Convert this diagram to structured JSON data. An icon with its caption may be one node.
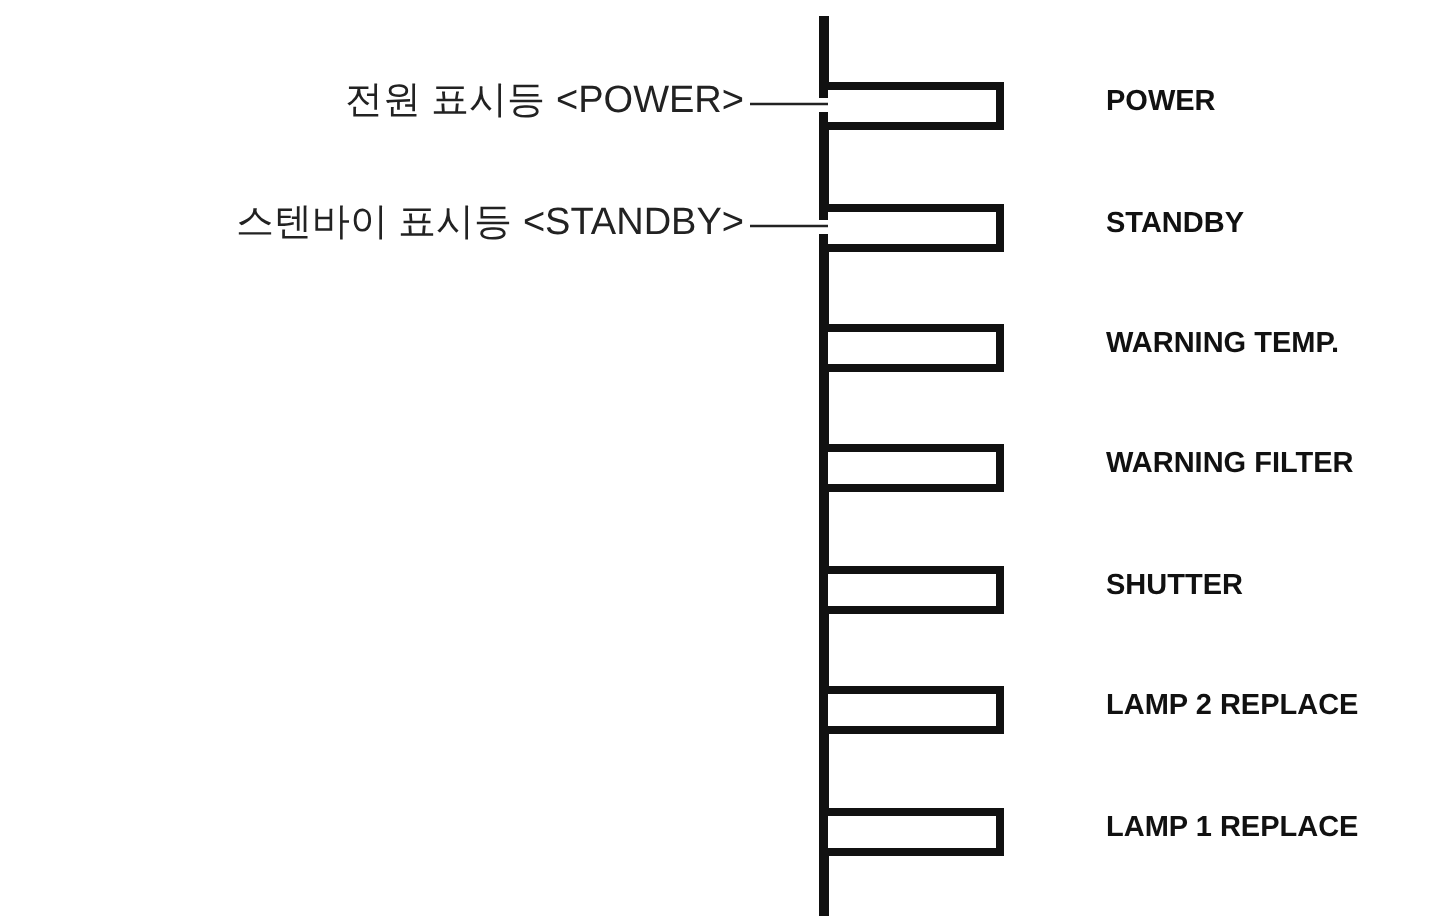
{
  "diagram": {
    "nodes": [
      {
        "text": [
          "전원 표시등 <POWER>"
        ]
      },
      {
        "text": [
          "스텐바이 표시등 <STANDBY>"
        ]
      },
      {
        "text": [],
        "shape": "box",
        "beside": [
          "POWER"
        ]
      },
      {
        "text": [],
        "shape": "box",
        "beside": [
          "STANDBY"
        ]
      },
      {
        "text": [],
        "shape": "box",
        "beside": [
          "WARNING TEMP."
        ]
      },
      {
        "text": [],
        "shape": "box",
        "beside": [
          "WARNING FILTER"
        ]
      },
      {
        "text": [],
        "shape": "box",
        "beside": [
          "SHUTTER"
        ]
      },
      {
        "text": [],
        "shape": "box",
        "beside": [
          "LAMP 2 REPLACE"
        ]
      },
      {
        "text": [],
        "shape": "box",
        "beside": [
          "LAMP 1 REPLACE"
        ]
      }
    ],
    "edges": [
      {
        "from": 0,
        "to": 2,
        "arrow": "none"
      },
      {
        "from": 1,
        "to": 3,
        "arrow": "none"
      }
    ]
  }
}
